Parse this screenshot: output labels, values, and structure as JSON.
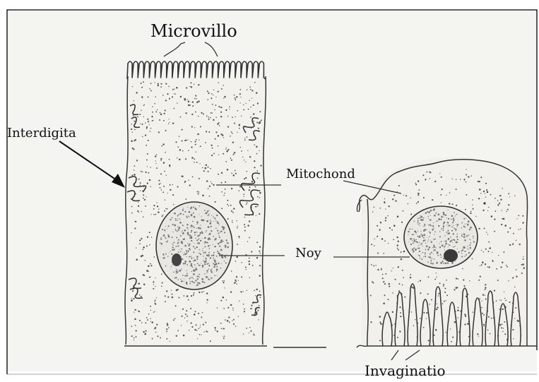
{
  "labels": {
    "microvillo": "Microvillo",
    "interdigita": "Interdigita",
    "mitochond": "Mitochond",
    "noy": "Noy",
    "invaginatio": "Invaginatio"
  },
  "colors": {
    "ink": "#333333",
    "paper": "#f4f4f1",
    "nucleus": "#e9e9e6",
    "frame": "#000000"
  }
}
